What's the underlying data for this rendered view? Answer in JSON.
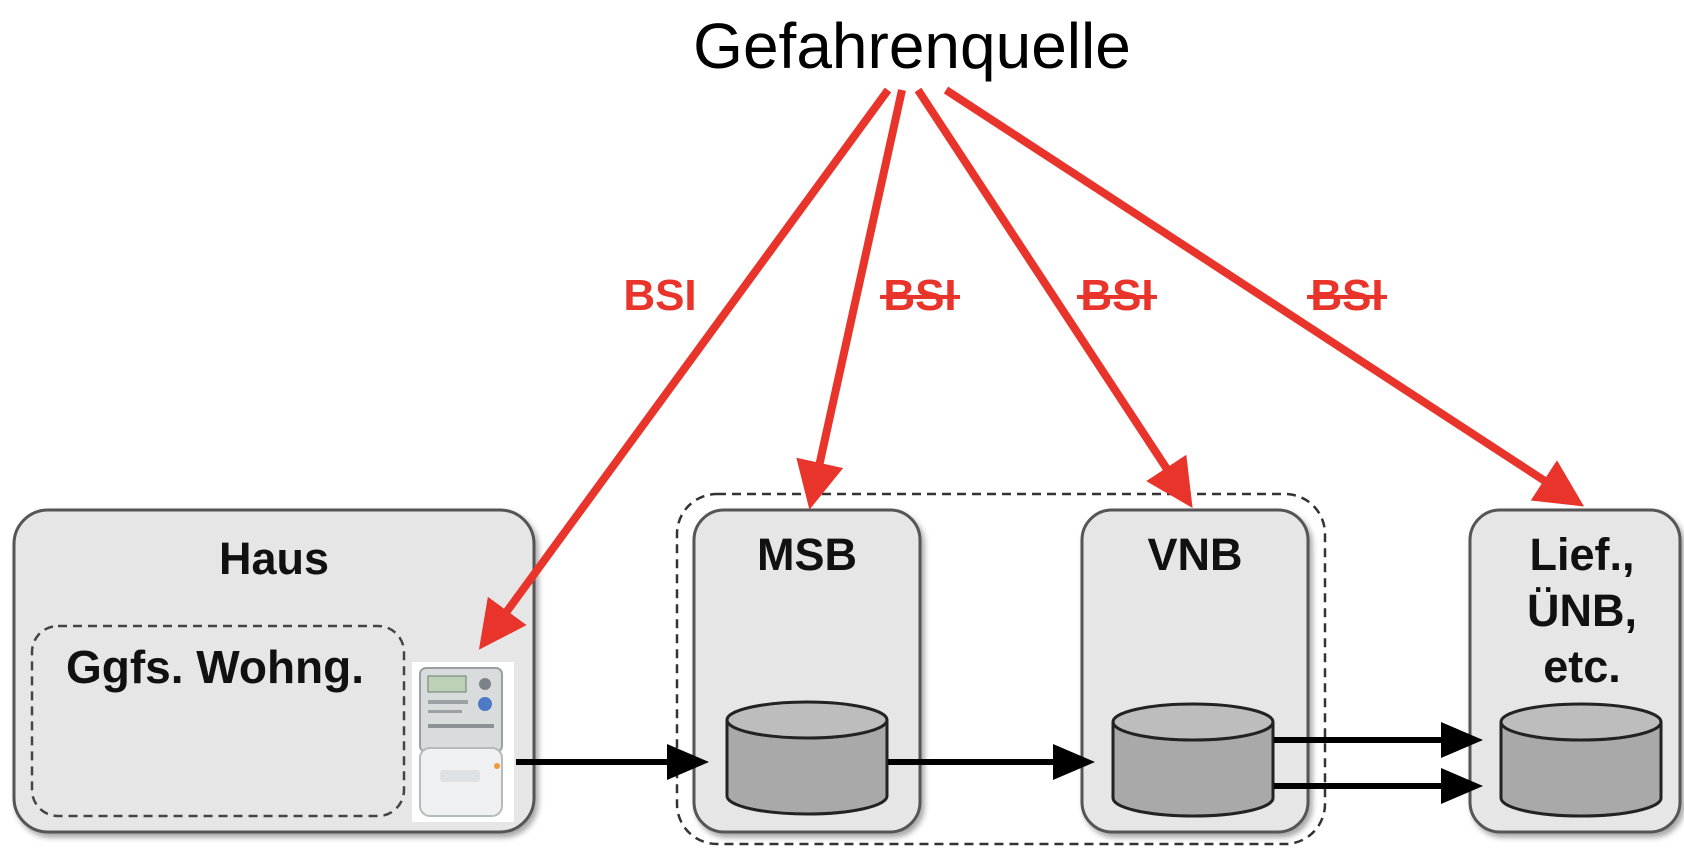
{
  "title": "Gefahrenquelle",
  "nodes": {
    "haus": "Haus",
    "wohnung": "Ggfs. Wohng.",
    "msb": "MSB",
    "vnb": "VNB",
    "lief_line1": "Lief.,",
    "lief_line2": "ÜNB,",
    "lief_line3": "etc."
  },
  "bsi_labels": [
    {
      "text": "BSI",
      "struck": false
    },
    {
      "text": "BSI",
      "struck": true
    },
    {
      "text": "BSI",
      "struck": true
    },
    {
      "text": "BSI",
      "struck": true
    }
  ],
  "colors": {
    "arrow_red": "#e8342a",
    "box_fill": "#e6e6e6",
    "cylinder_fill": "#a9a9a9",
    "flow_arrow": "#000000"
  },
  "icons": [
    "smart-meter-icon",
    "database-cylinder-icon"
  ]
}
